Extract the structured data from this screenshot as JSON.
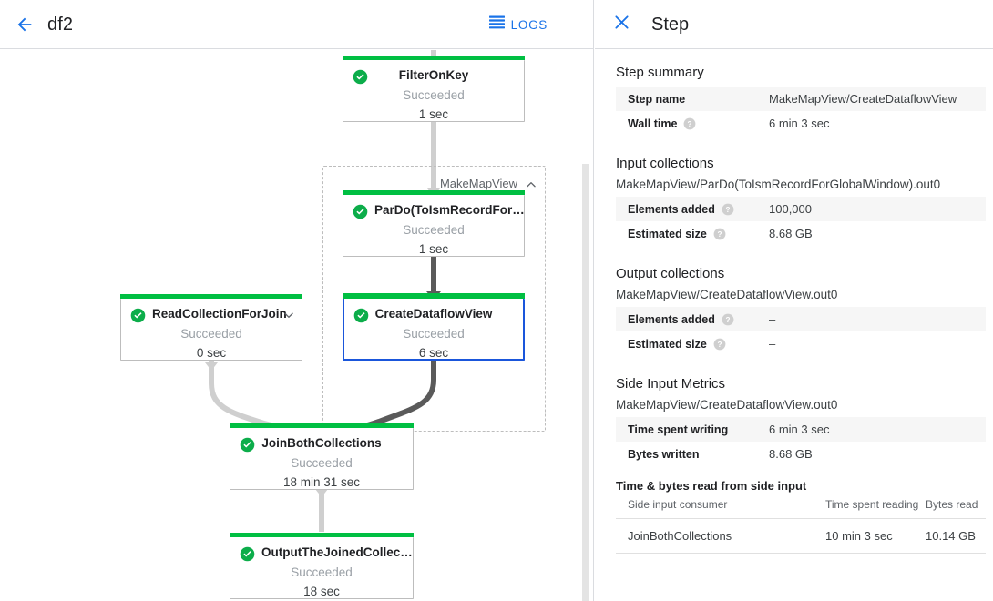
{
  "job_header": {
    "title": "df2",
    "back_icon": "arrow-left-icon",
    "logs_label": "LOGS",
    "logs_icon": "logs-hamburger-icon",
    "accent_color": "#1a73e8"
  },
  "graph": {
    "composite": {
      "label": "MakeMapView",
      "collapse_icon": "chevron-up-icon"
    },
    "status_color": "#00bf42",
    "selected_color": "#1a56db",
    "nodes": [
      {
        "id": "filteronkey",
        "title": "FilterOnKey",
        "status": "Succeeded",
        "time": "1 sec",
        "status_icon": "check-circle-icon",
        "selected": false
      },
      {
        "id": "pardo",
        "title": "ParDo(ToIsmRecordFor…",
        "status": "Succeeded",
        "time": "1 sec",
        "status_icon": "check-circle-icon",
        "selected": false
      },
      {
        "id": "createview",
        "title": "CreateDataflowView",
        "status": "Succeeded",
        "time": "6 sec",
        "status_icon": "check-circle-icon",
        "selected": true
      },
      {
        "id": "readcoll",
        "title": "ReadCollectionForJoin",
        "status": "Succeeded",
        "time": "0 sec",
        "status_icon": "check-circle-icon",
        "expand_icon": "chevron-down-icon",
        "selected": false
      },
      {
        "id": "joinboth",
        "title": "JoinBothCollections",
        "status": "Succeeded",
        "time": "18 min 31 sec",
        "status_icon": "check-circle-icon",
        "selected": false
      },
      {
        "id": "outputjoined",
        "title": "OutputTheJoinedCollec…",
        "status": "Succeeded",
        "time": "18 sec",
        "status_icon": "check-circle-icon",
        "selected": false
      }
    ]
  },
  "panel": {
    "title": "Step",
    "close_icon": "close-icon",
    "step_summary": {
      "heading": "Step summary",
      "rows": [
        {
          "label": "Step name",
          "value": "MakeMapView/CreateDataflowView",
          "help": false
        },
        {
          "label": "Wall time",
          "value": "6 min 3 sec",
          "help": true
        }
      ]
    },
    "input_collections": {
      "heading": "Input collections",
      "collection_name": "MakeMapView/ParDo(ToIsmRecordForGlobalWindow).out0",
      "rows": [
        {
          "label": "Elements added",
          "value": "100,000",
          "help": true
        },
        {
          "label": "Estimated size",
          "value": "8.68 GB",
          "help": true
        }
      ]
    },
    "output_collections": {
      "heading": "Output collections",
      "collection_name": "MakeMapView/CreateDataflowView.out0",
      "rows": [
        {
          "label": "Elements added",
          "value": "–",
          "help": true
        },
        {
          "label": "Estimated size",
          "value": "–",
          "help": true
        }
      ]
    },
    "side_input_metrics": {
      "heading": "Side Input Metrics",
      "collection_name": "MakeMapView/CreateDataflowView.out0",
      "rows": [
        {
          "label": "Time spent writing",
          "value": "6 min 3 sec",
          "help": false
        },
        {
          "label": "Bytes written",
          "value": "8.68 GB",
          "help": false
        }
      ],
      "table_title": "Time & bytes read from side input",
      "columns": [
        "Side input consumer",
        "Time spent reading",
        "Bytes read"
      ],
      "rows_data": [
        [
          "JoinBothCollections",
          "10 min 3 sec",
          "10.14 GB"
        ]
      ]
    }
  }
}
